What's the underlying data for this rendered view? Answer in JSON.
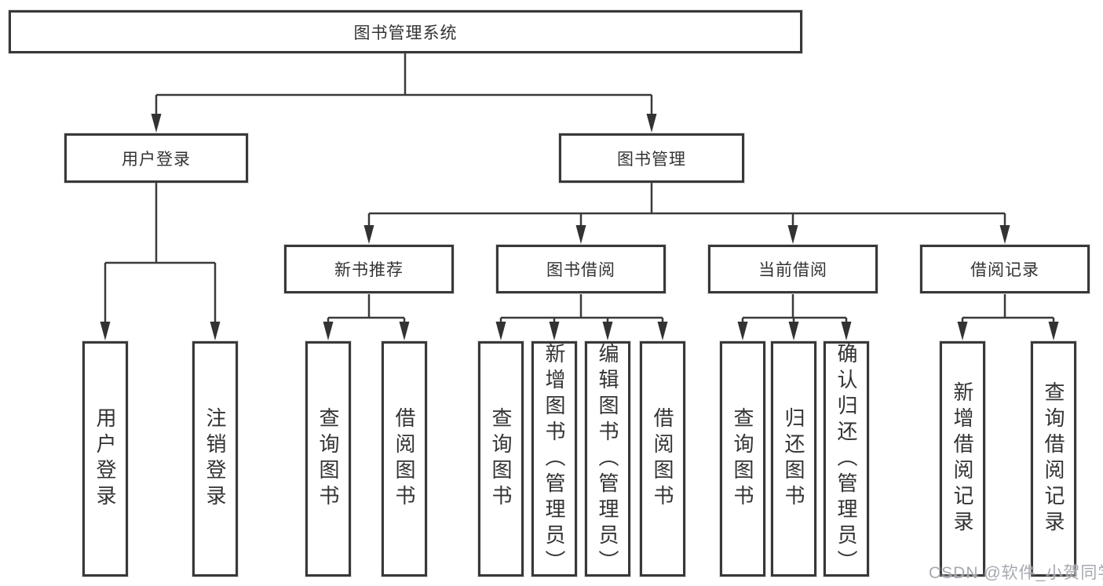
{
  "diagram": {
    "root_label": "图书管理系统",
    "level2": {
      "user_login": "用户登录",
      "book_mgmt": "图书管理"
    },
    "level3": {
      "new_book": "新书推荐",
      "borrow": "图书借阅",
      "current": "当前借阅",
      "records": "借阅记录"
    },
    "leaves": {
      "user_login": [
        "用户登录",
        "注销登录"
      ],
      "new_book": [
        "查询图书",
        "借阅图书"
      ],
      "borrow": [
        "查询图书",
        "新增图书（管理员）",
        "编辑图书（管理员）",
        "借阅图书"
      ],
      "current": [
        "查询图书",
        "归还图书",
        "确认归还（管理员）"
      ],
      "records": [
        "新增借阅记录",
        "查询借阅记录"
      ]
    }
  },
  "watermark": {
    "text": "CSDN @软件_小贺同学"
  },
  "colors": {
    "line": "#3a3a3a",
    "border": "#383838",
    "text": "#333333",
    "watermark": "#9fa2aa"
  }
}
